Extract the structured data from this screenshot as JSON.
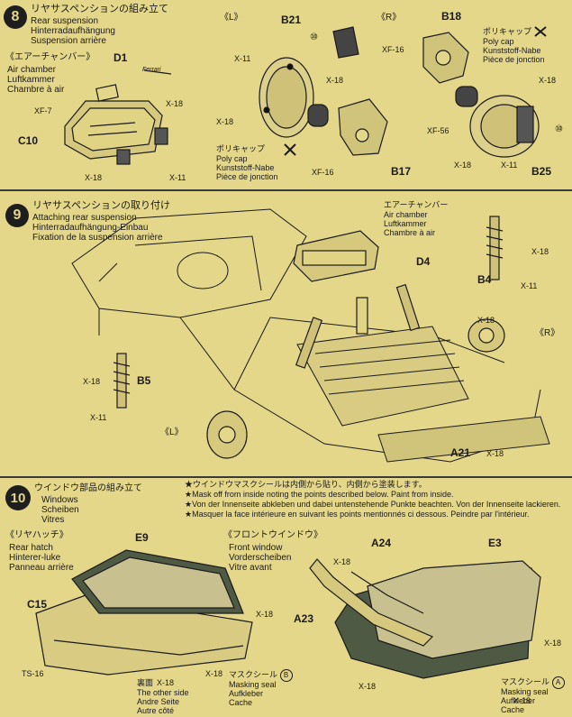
{
  "step8": {
    "number": "8",
    "title_jp": "リヤサスペンションの組み立て",
    "title_en": "Rear suspension",
    "title_de": "Hinterradaufhängung",
    "title_fr": "Suspension arrière",
    "left_label": "《L》",
    "right_label": "《R》",
    "air_chamber_jp": "《エアーチャンバー》",
    "air_chamber_en": "Air chamber",
    "air_chamber_de": "Luftkammer",
    "air_chamber_fr": "Chambre à air",
    "logo_text": "Ferrari",
    "parts": {
      "d1": "D1",
      "c10": "C10",
      "xf7": "XF-7",
      "x18_a": "X-18",
      "x18_b": "X-18",
      "x11_a": "X-11",
      "b21": "B21",
      "b17": "B17",
      "b18": "B18",
      "b25": "B25",
      "x11_b": "X-11",
      "x18_c": "X-18",
      "x18_d": "X-18",
      "xf16_a": "XF-16",
      "xf16_b": "XF-16",
      "xf56": "XF-56",
      "x18_e": "X-18",
      "x11_c": "X-11",
      "x18_f": "X-18",
      "ref10_a": "⑩",
      "ref10_b": "⑩"
    },
    "polycap_left": {
      "jp": "ポリキャップ",
      "en": "Poly cap",
      "de": "Kunststoff-Nabe",
      "fr": "Pièce de jonction"
    },
    "polycap_right": {
      "jp": "ポリキャップ",
      "en": "Poly cap",
      "de": "Kunststoff-Nabe",
      "fr": "Pièce de jonction"
    }
  },
  "step9": {
    "number": "9",
    "title_jp": "リヤサスペンションの取り付け",
    "title_en": "Attaching rear suspension",
    "title_de": "Hinterradaufhängung-Einbau",
    "title_fr": "Fixation de la suspension arrière",
    "air_chamber_jp": "エアーチャンバー",
    "air_chamber_en": "Air chamber",
    "air_chamber_de": "Luftkammer",
    "air_chamber_fr": "Chambre à air",
    "parts": {
      "d4": "D4",
      "b4": "B4",
      "b5": "B5",
      "a21": "A21",
      "x18_a": "X-18",
      "x11_a": "X-11",
      "x18_b": "X-18",
      "x11_b": "X-11",
      "x18_c": "X-18",
      "x18_d": "X-18"
    },
    "left_label": "《L》",
    "right_label": "《R》"
  },
  "step10": {
    "number": "10",
    "title_jp": "ウインドウ部品の組み立て",
    "title_en": "Windows",
    "title_de": "Scheiben",
    "title_fr": "Vitres",
    "notes": [
      "★ウインドウマスクシールは内側から貼り、内側から塗装します。",
      "★Mask off from inside noting the points described below. Paint from inside.",
      "★Von der Innenseite abkleben und dabei untenstehende Punkte beachten. Von der Innenseite lackieren.",
      "★Masquer la face intérieure en suivant les points mentionnés ci dessous. Peindre par l'intérieur."
    ],
    "rear_hatch": {
      "jp": "《リヤハッチ》",
      "en": "Rear hatch",
      "de": "Hinterer-luke",
      "fr": "Panneau arrière"
    },
    "front_window": {
      "jp": "《フロントウインドウ》",
      "en": "Front window",
      "de": "Vorderscheiben",
      "fr": "Vitre avant"
    },
    "other_side": {
      "jp": "裏面",
      "en": "The other side",
      "de": "Andre Seite",
      "fr": "Autre côté"
    },
    "mask_b": {
      "jp": "マスクシール",
      "mark": "B",
      "en": "Masking seal",
      "de": "Aufkleber",
      "fr": "Cache"
    },
    "mask_a": {
      "jp": "マスクシール",
      "mark": "A",
      "en": "Masking seal",
      "de": "Aufkleber",
      "fr": "Cache"
    },
    "parts": {
      "e9": "E9",
      "c15": "C15",
      "ts16": "TS-16",
      "x18_a": "X-18",
      "x18_b": "X-18",
      "x18_c": "X-18",
      "a24": "A24",
      "a23": "A23",
      "e3": "E3",
      "x18_d": "X-18",
      "x18_e": "X-18",
      "x18_f": "X-18",
      "x18_g": "X-18"
    }
  },
  "colors": {
    "background": "#e4d78a",
    "ink": "#1a1a1a",
    "number_circle": "#1e1e1e"
  }
}
